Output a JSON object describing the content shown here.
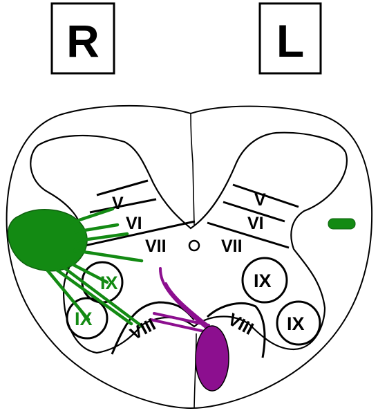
{
  "side_labels": {
    "right": "R",
    "left": "L"
  },
  "laminae": {
    "right": {
      "v": "V",
      "vi": "VI",
      "vii": "VII",
      "viii": "VIII",
      "ix_upper": "IX",
      "ix_lower": "IX"
    },
    "left": {
      "v": "V",
      "vi": "VI",
      "vii": "VII",
      "viii": "VIII",
      "ix_medial": "IX",
      "ix_lateral": "IX"
    }
  },
  "colors": {
    "outline": "#000000",
    "green": "#138a13",
    "purple": "#8c0f8f"
  }
}
